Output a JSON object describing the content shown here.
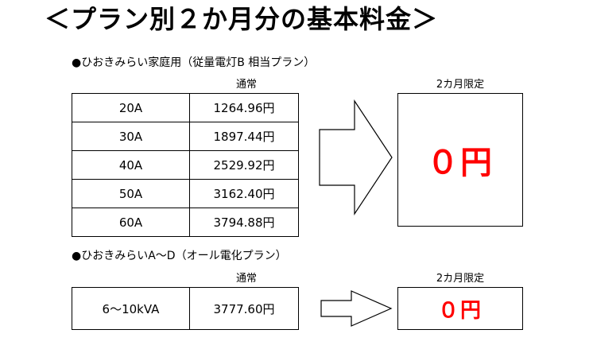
{
  "title": "＜プラン別２か月分の基本料金＞",
  "plan1": {
    "label": "●ひおきみらい家庭用（従量電灯B 相当プラン）",
    "header_normal": "通常",
    "header_limited": "2カ月限定",
    "rows": [
      {
        "amp": "20A",
        "price": "1264.96円"
      },
      {
        "amp": "30A",
        "price": "1897.44円"
      },
      {
        "amp": "40A",
        "price": "2529.92円"
      },
      {
        "amp": "50A",
        "price": "3162.40円"
      },
      {
        "amp": "60A",
        "price": "3794.88円"
      }
    ],
    "limited_price": "０円"
  },
  "plan2": {
    "label": "●ひおきみらいA～D（オール電化プラン）",
    "header_normal": "通常",
    "header_limited": "2カ月限定",
    "row": {
      "capacity": "6～10kVA",
      "price": "3777.60円"
    },
    "limited_price": "０円"
  },
  "colors": {
    "free_price": "#ff0000"
  },
  "icons": {
    "arrow": "right-arrow-icon"
  }
}
